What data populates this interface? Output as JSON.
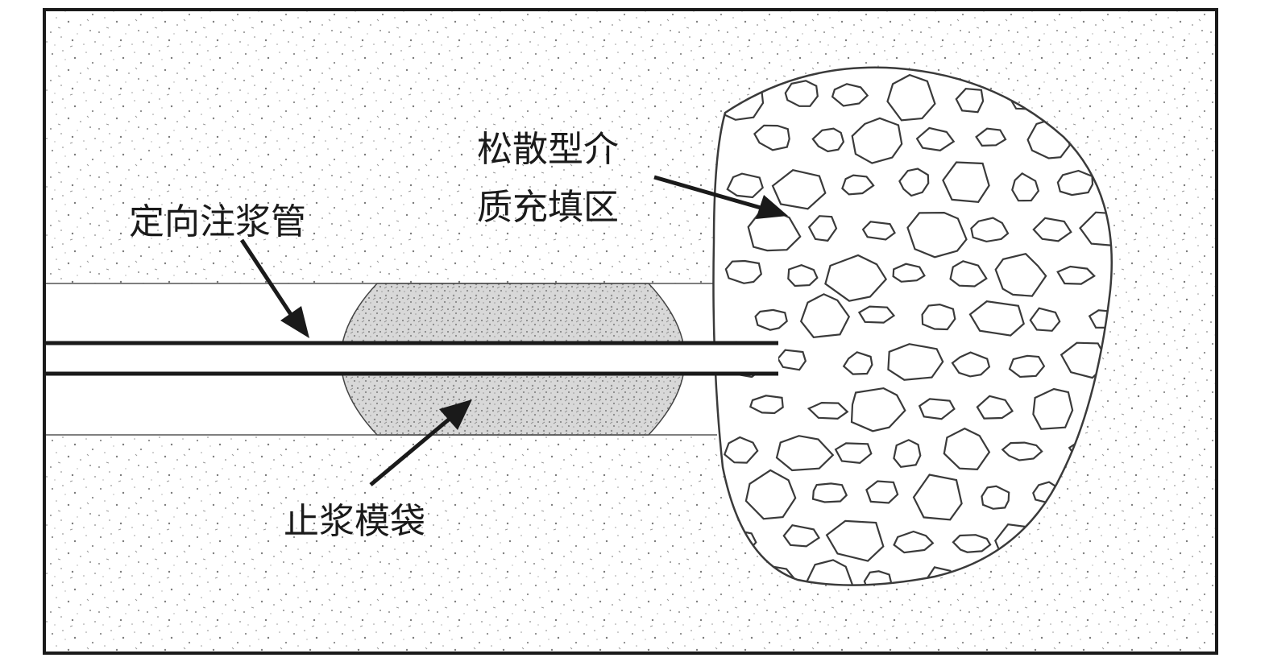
{
  "labels": {
    "pipe": "定向注浆管",
    "filling_zone_line1": "松散型介",
    "filling_zone_line2": "质充填区",
    "grout_bag": "止浆模袋"
  },
  "colors": {
    "frame": "#1a1a1a",
    "ink": "#1a1a1a",
    "soil_speckle": "#8a8a8a",
    "bag_fill": "#d8d8d8",
    "stone_stroke": "#3a3a3a",
    "background": "#ffffff"
  }
}
